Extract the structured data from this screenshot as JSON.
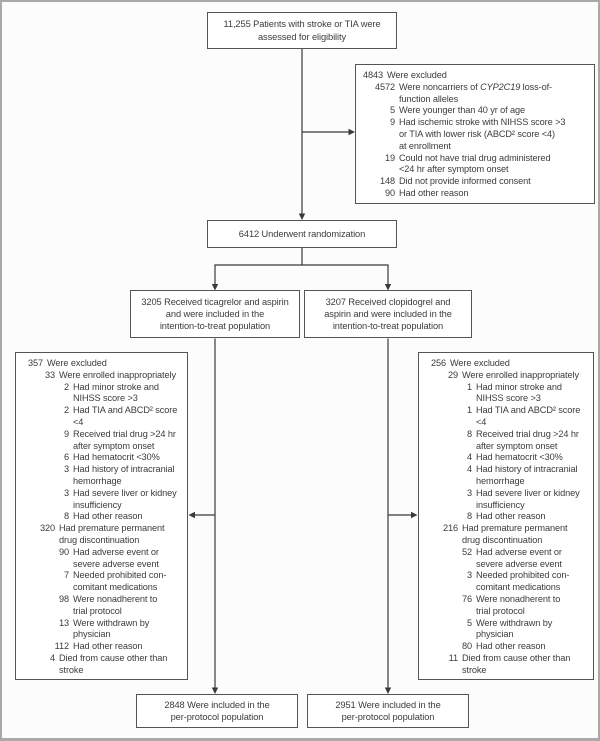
{
  "figure": {
    "title": "CONSORT flow diagram: stroke or TIA trial, ticagrelor vs clopidogrel",
    "styles": {
      "line_color": "#3a3a3a",
      "box_border_color": "#545454",
      "text_color": "#3c3c3c",
      "background": "#fcfcfc",
      "frame_color": "#a9a9a9",
      "italic_terms": [
        "CYP2C19"
      ]
    },
    "boxes": {
      "eligibility": {
        "text": "11,255 Patients with stroke or TIA were\nassessed for eligibility"
      },
      "randomization": {
        "text": "6412 Underwent randomization"
      },
      "arm_ticagrelor": {
        "text": "3205 Received ticagrelor and aspirin\nand were included in the\nintention-to-treat population"
      },
      "arm_clopidogrel": {
        "text": "3207 Received clopidogrel and\naspirin and were included in the\nintention-to-treat population"
      },
      "per_protocol_left": {
        "text": "2848 Were included in the\nper-protocol population"
      },
      "per_protocol_right": {
        "text": "2951 Were included in the\nper-protocol population"
      }
    },
    "exclusions": {
      "top": {
        "items": [
          {
            "n": "4843",
            "t": "Were excluded",
            "level": 0
          },
          {
            "n": "4572",
            "t": "Were noncarriers of CYP2C19 loss-of-\nfunction alleles",
            "level": 1
          },
          {
            "n": "5",
            "t": "Were younger than 40 yr of age",
            "level": 1
          },
          {
            "n": "9",
            "t": "Had ischemic stroke with NIHSS score >3\nor TIA with lower risk (ABCD² score <4)\nat enrollment",
            "level": 1
          },
          {
            "n": "19",
            "t": "Could not have trial drug administered\n<24 hr after symptom onset",
            "level": 1
          },
          {
            "n": "148",
            "t": "Did not provide informed consent",
            "level": 1
          },
          {
            "n": "90",
            "t": "Had other reason",
            "level": 1
          }
        ]
      },
      "left": {
        "items": [
          {
            "n": "357",
            "t": "Were excluded",
            "level": 0
          },
          {
            "n": "33",
            "t": "Were enrolled inappropriately",
            "level": 1
          },
          {
            "n": "2",
            "t": "Had minor stroke and\nNIHSS score >3",
            "level": 2
          },
          {
            "n": "2",
            "t": "Had TIA and ABCD² score\n<4",
            "level": 2
          },
          {
            "n": "9",
            "t": "Received trial drug >24 hr\nafter symptom onset",
            "level": 2
          },
          {
            "n": "6",
            "t": "Had hematocrit <30%",
            "level": 2
          },
          {
            "n": "3",
            "t": "Had history of intracranial\nhemorrhage",
            "level": 2
          },
          {
            "n": "3",
            "t": "Had severe liver or kidney\ninsufficiency",
            "level": 2
          },
          {
            "n": "8",
            "t": "Had other reason",
            "level": 2
          },
          {
            "n": "320",
            "t": "Had premature permanent\ndrug discontinuation",
            "level": 1
          },
          {
            "n": "90",
            "t": "Had adverse event or\nsevere adverse event",
            "level": 2
          },
          {
            "n": "7",
            "t": "Needed prohibited con-\ncomitant medications",
            "level": 2
          },
          {
            "n": "98",
            "t": "Were nonadherent to\ntrial protocol",
            "level": 2
          },
          {
            "n": "13",
            "t": "Were withdrawn by\nphysician",
            "level": 2
          },
          {
            "n": "112",
            "t": "Had other reason",
            "level": 2
          },
          {
            "n": "4",
            "t": "Died from cause other than\nstroke",
            "level": 1
          }
        ]
      },
      "right": {
        "items": [
          {
            "n": "256",
            "t": "Were excluded",
            "level": 0
          },
          {
            "n": "29",
            "t": "Were enrolled inappropriately",
            "level": 1
          },
          {
            "n": "1",
            "t": "Had minor stroke and\nNIHSS score >3",
            "level": 2
          },
          {
            "n": "1",
            "t": "Had TIA and ABCD² score\n<4",
            "level": 2
          },
          {
            "n": "8",
            "t": "Received trial drug >24 hr\nafter symptom onset",
            "level": 2
          },
          {
            "n": "4",
            "t": "Had hematocrit <30%",
            "level": 2
          },
          {
            "n": "4",
            "t": "Had history of intracranial\nhemorrhage",
            "level": 2
          },
          {
            "n": "3",
            "t": "Had severe liver or kidney\ninsufficiency",
            "level": 2
          },
          {
            "n": "8",
            "t": "Had other reason",
            "level": 2
          },
          {
            "n": "216",
            "t": "Had premature permanent\ndrug discontinuation",
            "level": 1
          },
          {
            "n": "52",
            "t": "Had adverse event or\nsevere adverse event",
            "level": 2
          },
          {
            "n": "3",
            "t": "Needed prohibited con-\ncomitant medications",
            "level": 2
          },
          {
            "n": "76",
            "t": "Were nonadherent to\ntrial protocol",
            "level": 2
          },
          {
            "n": "5",
            "t": "Were withdrawn by\nphysician",
            "level": 2
          },
          {
            "n": "80",
            "t": "Had other reason",
            "level": 2
          },
          {
            "n": "11",
            "t": "Died from cause other than\nstroke",
            "level": 1
          }
        ]
      }
    }
  }
}
